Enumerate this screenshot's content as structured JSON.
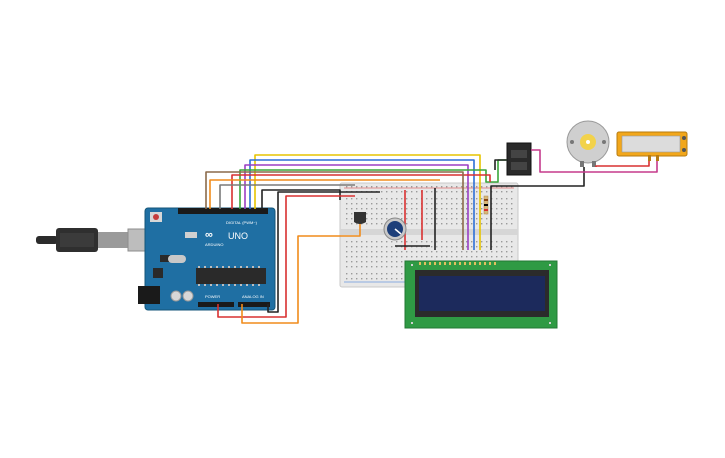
{
  "arduino": {
    "model_label": "UNO",
    "brand_label": "ARDUINO",
    "digital_header_label": "DIGITAL (PWM~)",
    "power_header_label": "POWER",
    "analog_header_label": "ANALOG IN",
    "board_color": "#1f6fa3",
    "usb_cable_color": "#2b2b2b"
  },
  "components": {
    "breadboard_color": "#e8e8e8",
    "lcd_board_color": "#2f9a44",
    "lcd_screen_color": "#1c2a5c",
    "motor_color": "#cfcfcf",
    "motor_hub_color": "#f2d24b",
    "battery_color": "#f2a71b",
    "driver_color": "#2a2a2a",
    "potentiometer_knob_color": "#1d3f7a",
    "sensor_color": "#333333"
  },
  "wire_colors": {
    "yellow": "#e6c400",
    "blue": "#2d6fd6",
    "purple": "#9b3fc4",
    "green": "#3aa63a",
    "red": "#d93030",
    "orange": "#f08c1c",
    "black": "#222222",
    "brown": "#8b6a4a",
    "magenta": "#c53a8c",
    "gray": "#7a7a7a"
  }
}
